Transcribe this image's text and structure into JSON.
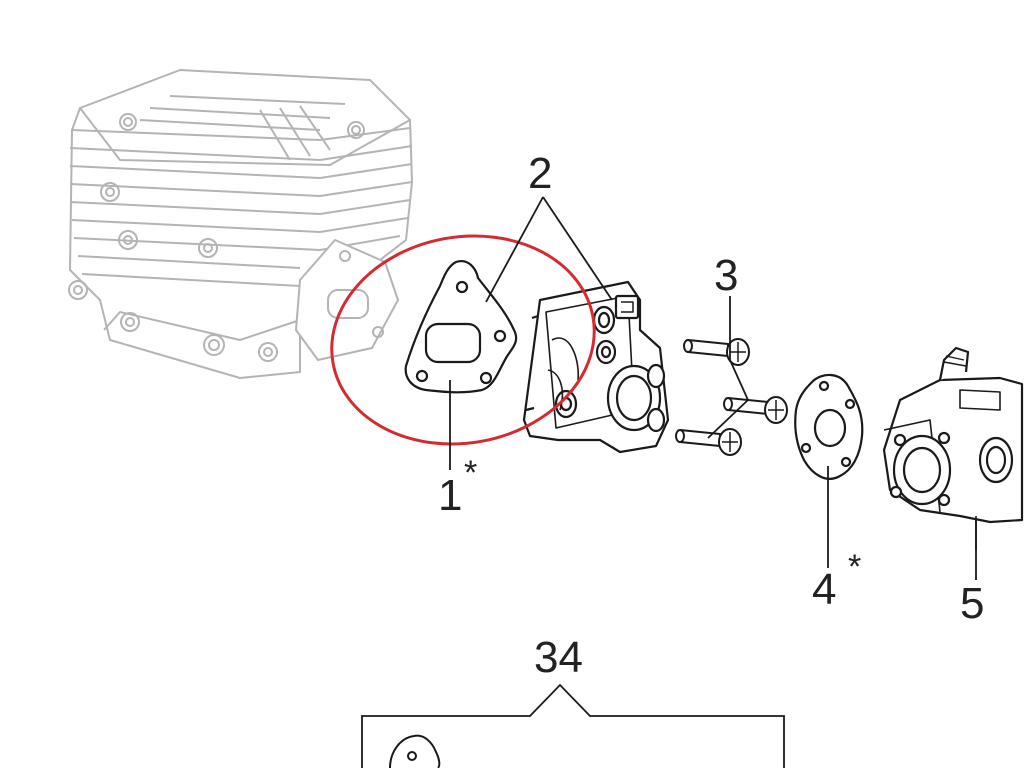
{
  "callouts": {
    "gasket": "1",
    "intake_manifold": "2",
    "screws": "3",
    "carb_gasket": "4",
    "carburetor": "5",
    "kit": "34"
  },
  "marks": {
    "gasket_star": "*",
    "carb_gasket_star": "*"
  },
  "colors": {
    "line": "#1a1a1a",
    "faded": "#b4b4b4",
    "highlight": "#d42a32"
  }
}
